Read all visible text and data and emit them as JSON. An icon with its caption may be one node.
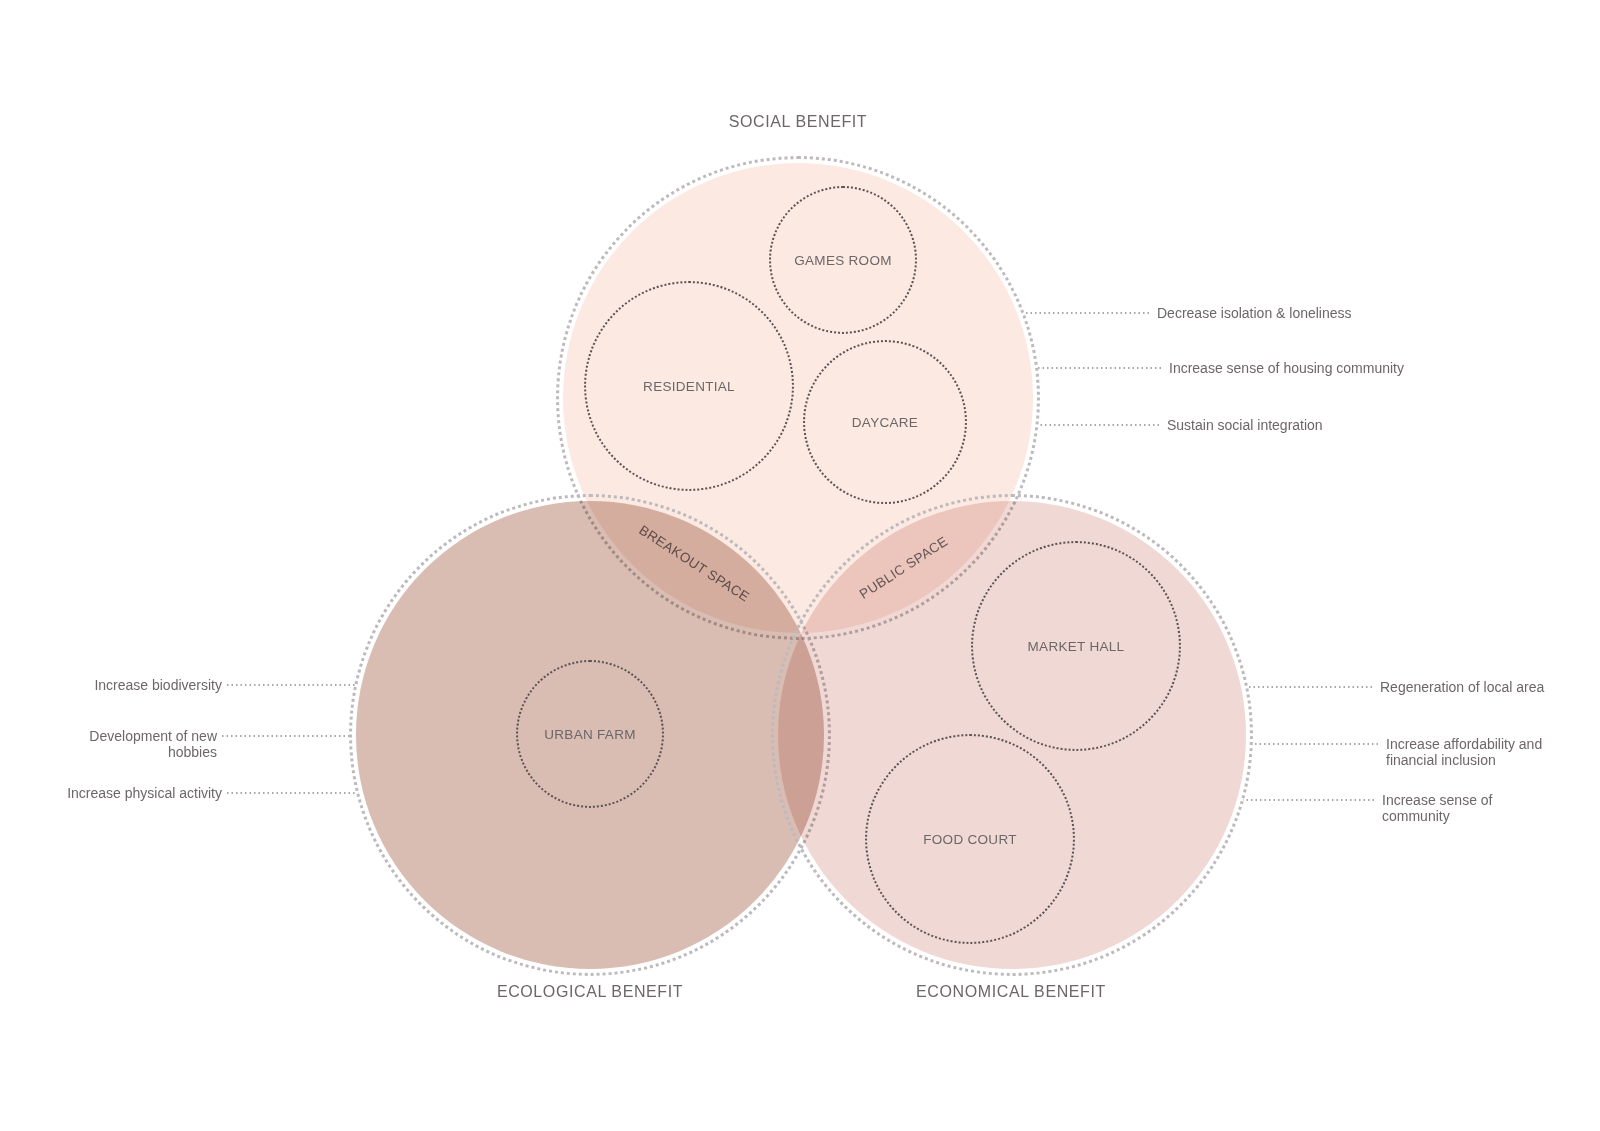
{
  "diagram": {
    "nodes": [
      {
        "text": [
          "SOCIAL BENEFIT"
        ]
      },
      {
        "text": [
          "GAMES ROOM"
        ],
        "in": 0
      },
      {
        "text": [
          "RESIDENTIAL"
        ],
        "in": 0
      },
      {
        "text": [
          "DAYCARE"
        ],
        "in": 0
      },
      {
        "text": [
          "BREAKOUT SPACE"
        ]
      },
      {
        "text": [
          "PUBLIC SPACE"
        ]
      },
      {
        "text": [
          "ECOLOGICAL BENEFIT"
        ]
      },
      {
        "text": [
          "URBAN FARM"
        ],
        "in": 6
      },
      {
        "text": [
          "ECONOMICAL BENEFIT"
        ]
      },
      {
        "text": [
          "MARKET HALL"
        ],
        "in": 8
      },
      {
        "text": [
          "FOOD COURT"
        ],
        "in": 8
      },
      {
        "text": [
          "Decrease isolation & loneliness"
        ]
      },
      {
        "text": [
          "Increase sense of housing community"
        ]
      },
      {
        "text": [
          "Sustain social integration"
        ]
      },
      {
        "text": [
          "Increase biodiversity"
        ]
      },
      {
        "text": [
          "Development of new hobbies"
        ]
      },
      {
        "text": [
          "Increase physical activity"
        ]
      },
      {
        "text": [
          "Regeneration of local area"
        ]
      },
      {
        "text": [
          "Increase affordability and financial inclusion"
        ]
      },
      {
        "text": [
          "Increase sense of community"
        ]
      }
    ],
    "edges": [
      {
        "from": 11,
        "to": 0,
        "arrow": "none"
      },
      {
        "from": 12,
        "to": 0,
        "arrow": "none"
      },
      {
        "from": 13,
        "to": 0,
        "arrow": "none"
      },
      {
        "from": 14,
        "to": 6,
        "arrow": "none"
      },
      {
        "from": 15,
        "to": 6,
        "arrow": "none"
      },
      {
        "from": 16,
        "to": 6,
        "arrow": "none"
      },
      {
        "from": 17,
        "to": 8,
        "arrow": "none"
      },
      {
        "from": 18,
        "to": 8,
        "arrow": "none"
      },
      {
        "from": 19,
        "to": 8,
        "arrow": "none"
      }
    ]
  }
}
